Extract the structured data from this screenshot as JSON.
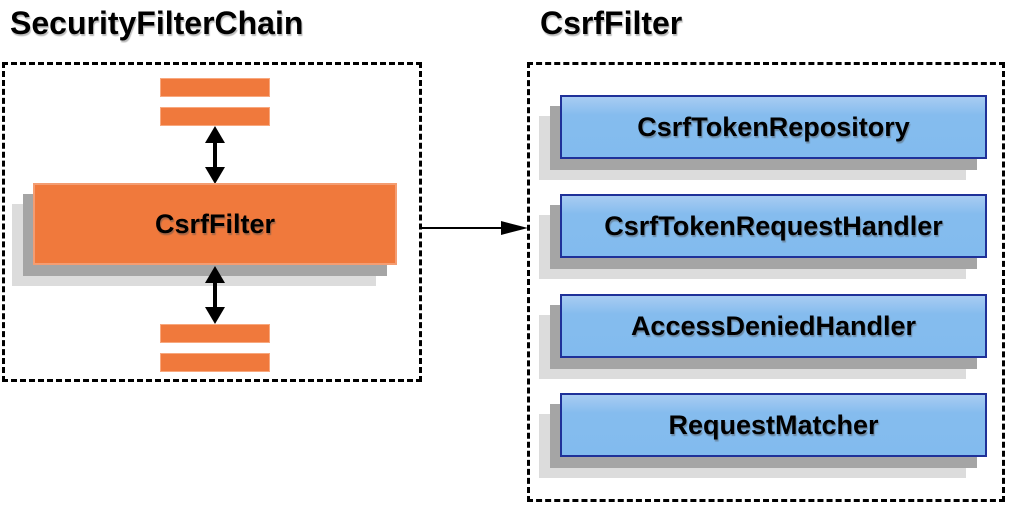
{
  "left_panel": {
    "title": "SecurityFilterChain",
    "filter_label": "CsrfFilter"
  },
  "right_panel": {
    "title": "CsrfFilter",
    "components": [
      "CsrfTokenRepository",
      "CsrfTokenRequestHandler",
      "AccessDeniedHandler",
      "RequestMatcher"
    ]
  },
  "icons": {
    "vertical_flow": "double-headed-arrow",
    "horizontal_flow": "right-arrow"
  },
  "colors": {
    "orange_fill": "#f0793c",
    "orange_border": "#f49d72",
    "blue_fill": "#82bbee",
    "blue_border": "#1f3199",
    "shadow_dark": "#a5a5a5",
    "shadow_light": "#dcdcdc",
    "arrow": "#000000",
    "panel_border": "#000000"
  }
}
